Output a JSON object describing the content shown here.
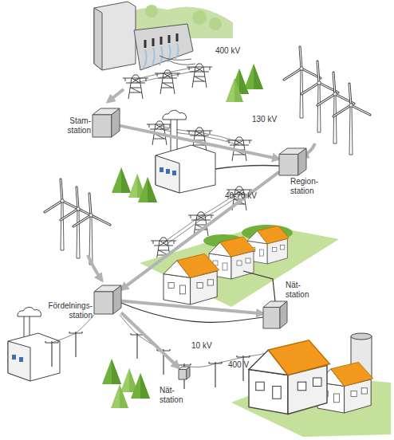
{
  "diagram": {
    "nodes": [
      {
        "text": [
          "Stam- station"
        ]
      },
      {
        "text": [
          "Region- station"
        ]
      },
      {
        "text": [
          "Fördelnings- station"
        ]
      },
      {
        "text": [
          "Nät- station"
        ]
      },
      {
        "text": [
          "Nät- station"
        ]
      }
    ],
    "edges": [
      {
        "from": 0,
        "to": 1,
        "arrow": "to",
        "label": "130 kV"
      },
      {
        "from": 1,
        "to": 2,
        "arrow": "to",
        "label": "40-70 kV"
      },
      {
        "from": 2,
        "to": 3,
        "arrow": "to"
      },
      {
        "from": 2,
        "to": 4,
        "arrow": "to",
        "label": "10 kV"
      }
    ],
    "labels": [
      "400 kV",
      "400 V"
    ]
  }
}
